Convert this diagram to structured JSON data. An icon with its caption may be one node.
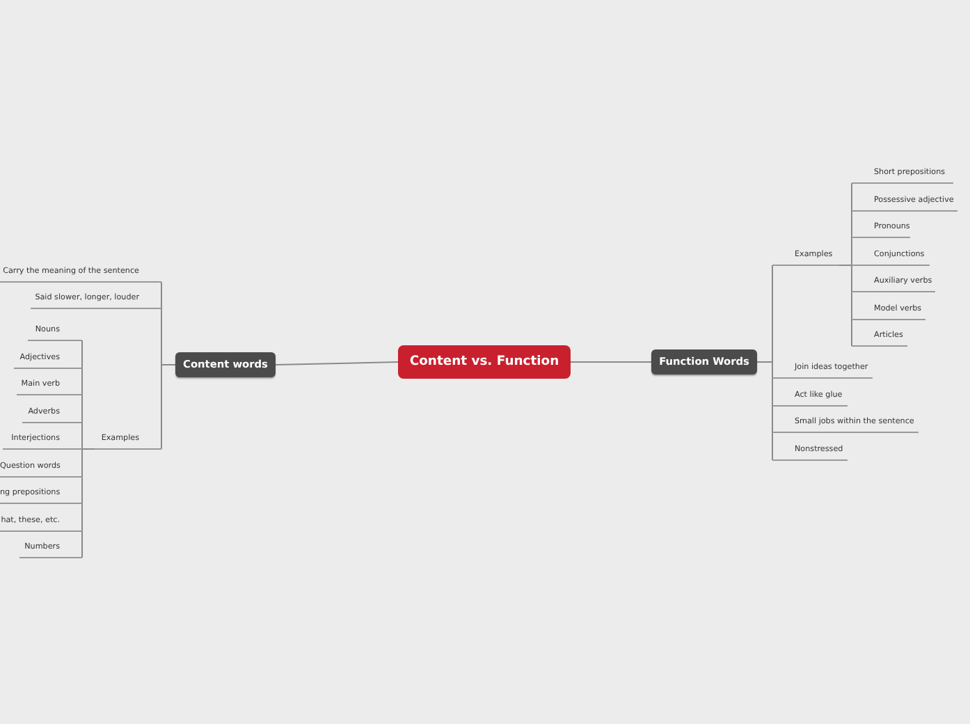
{
  "diagram": {
    "nodes": [
      {
        "text": [
          "Content vs. Function"
        ]
      },
      {
        "text": [
          "Content words"
        ]
      },
      {
        "text": [
          "Carry the meaning of the sentence"
        ]
      },
      {
        "text": [
          "Said slower, longer, louder"
        ]
      },
      {
        "text": [
          "Examples"
        ]
      },
      {
        "text": [
          "Nouns"
        ]
      },
      {
        "text": [
          "Adjectives"
        ]
      },
      {
        "text": [
          "Main verb"
        ]
      },
      {
        "text": [
          "Adverbs"
        ]
      },
      {
        "text": [
          "Interjections"
        ]
      },
      {
        "text": [
          "Question words"
        ]
      },
      {
        "text": [
          "ng prepositions"
        ]
      },
      {
        "text": [
          "hat, these, etc."
        ]
      },
      {
        "text": [
          "Numbers"
        ]
      },
      {
        "text": [
          "Function Words"
        ]
      },
      {
        "text": [
          "Examples"
        ]
      },
      {
        "text": [
          "Short prepositions"
        ]
      },
      {
        "text": [
          "Possessive adjective"
        ]
      },
      {
        "text": [
          "Pronouns"
        ]
      },
      {
        "text": [
          "Conjunctions"
        ]
      },
      {
        "text": [
          "Auxiliary verbs"
        ]
      },
      {
        "text": [
          "Model verbs"
        ]
      },
      {
        "text": [
          "Articles"
        ]
      },
      {
        "text": [
          "Join ideas together"
        ]
      },
      {
        "text": [
          "Act like glue"
        ]
      },
      {
        "text": [
          "Small jobs within the sentence"
        ]
      },
      {
        "text": [
          "Nonstressed"
        ]
      }
    ],
    "edges": [
      {
        "from": 0,
        "to": 1,
        "arrow": "none"
      },
      {
        "from": 1,
        "to": 2,
        "arrow": "none"
      },
      {
        "from": 1,
        "to": 3,
        "arrow": "none"
      },
      {
        "from": 1,
        "to": 4,
        "arrow": "none"
      },
      {
        "from": 4,
        "to": 5,
        "arrow": "none"
      },
      {
        "from": 4,
        "to": 6,
        "arrow": "none"
      },
      {
        "from": 4,
        "to": 7,
        "arrow": "none"
      },
      {
        "from": 4,
        "to": 8,
        "arrow": "none"
      },
      {
        "from": 4,
        "to": 9,
        "arrow": "none"
      },
      {
        "from": 4,
        "to": 10,
        "arrow": "none"
      },
      {
        "from": 4,
        "to": 11,
        "arrow": "none"
      },
      {
        "from": 4,
        "to": 12,
        "arrow": "none"
      },
      {
        "from": 4,
        "to": 13,
        "arrow": "none"
      },
      {
        "from": 0,
        "to": 14,
        "arrow": "none"
      },
      {
        "from": 14,
        "to": 15,
        "arrow": "none"
      },
      {
        "from": 15,
        "to": 16,
        "arrow": "none"
      },
      {
        "from": 15,
        "to": 17,
        "arrow": "none"
      },
      {
        "from": 15,
        "to": 18,
        "arrow": "none"
      },
      {
        "from": 15,
        "to": 19,
        "arrow": "none"
      },
      {
        "from": 15,
        "to": 20,
        "arrow": "none"
      },
      {
        "from": 15,
        "to": 21,
        "arrow": "none"
      },
      {
        "from": 15,
        "to": 22,
        "arrow": "none"
      },
      {
        "from": 14,
        "to": 23,
        "arrow": "none"
      },
      {
        "from": 14,
        "to": 24,
        "arrow": "none"
      },
      {
        "from": 14,
        "to": 25,
        "arrow": "none"
      },
      {
        "from": 14,
        "to": 26,
        "arrow": "none"
      }
    ]
  }
}
